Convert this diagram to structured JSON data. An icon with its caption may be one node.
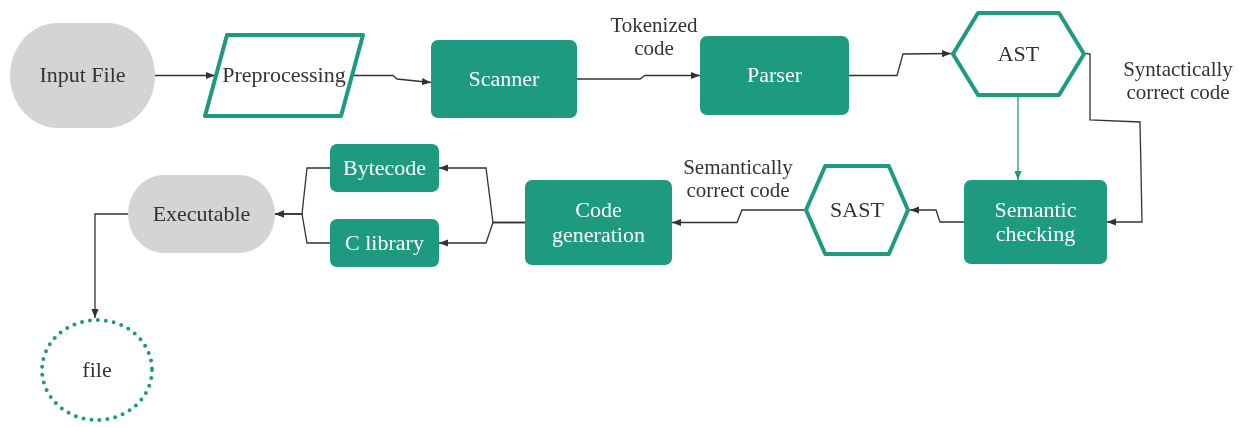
{
  "diagram": {
    "nodes": [
      {
        "text": [
          "Input File"
        ]
      },
      {
        "text": [
          "Preprocessing"
        ]
      },
      {
        "text": [
          "Scanner"
        ]
      },
      {
        "text": [
          "Parser"
        ]
      },
      {
        "text": [
          "AST"
        ]
      },
      {
        "text": [
          "Semantic checking"
        ]
      },
      {
        "text": [
          "SAST"
        ]
      },
      {
        "text": [
          "Code generation"
        ]
      },
      {
        "text": [
          "Bytecode"
        ]
      },
      {
        "text": [
          "C library"
        ]
      },
      {
        "text": [
          "Executable"
        ]
      },
      {
        "text": [
          "file"
        ]
      }
    ],
    "edges": [
      {
        "from": 0,
        "to": 1,
        "arrow": "to"
      },
      {
        "from": 1,
        "to": 2,
        "arrow": "to"
      },
      {
        "from": 2,
        "to": 3,
        "arrow": "to",
        "label": "Tokenized code"
      },
      {
        "from": 3,
        "to": 4,
        "arrow": "to"
      },
      {
        "from": 4,
        "to": 5,
        "arrow": "to",
        "label": "Syntactically correct code"
      },
      {
        "from": 4,
        "to": 5,
        "arrow": "to",
        "color": "#1e9a80"
      },
      {
        "from": 5,
        "to": 6,
        "arrow": "to"
      },
      {
        "from": 6,
        "to": 7,
        "arrow": "to",
        "label": "Semantically correct code"
      },
      {
        "from": 7,
        "to": 8,
        "arrow": "to"
      },
      {
        "from": 7,
        "to": 9,
        "arrow": "to"
      },
      {
        "from": 8,
        "to": 10,
        "arrow": "to"
      },
      {
        "from": 9,
        "to": 10,
        "arrow": "to"
      },
      {
        "from": 10,
        "to": 11,
        "arrow": "to"
      }
    ]
  }
}
